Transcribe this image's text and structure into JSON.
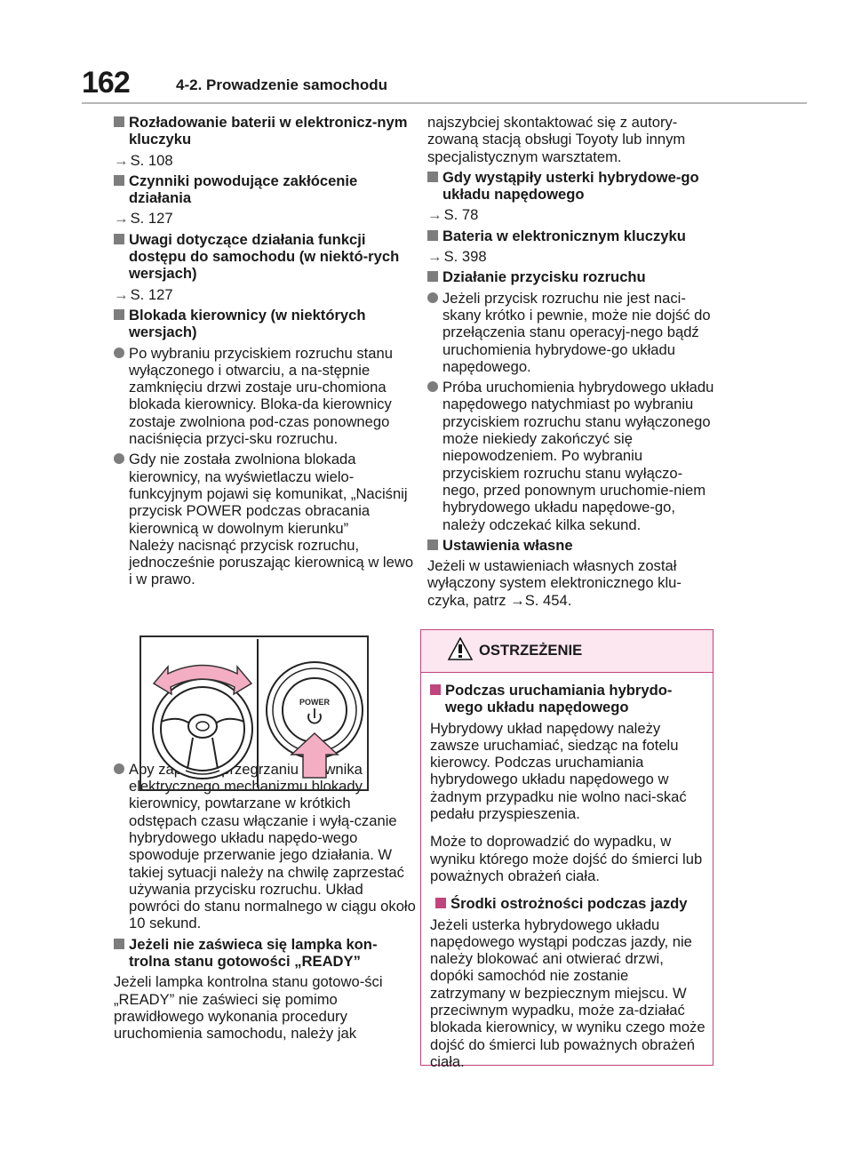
{
  "header": {
    "page_number": "162",
    "chapter": "4-2. Prowadzenie samochodu"
  },
  "left": {
    "h1": "Rozładowanie baterii w elektronicz-nym kluczyku",
    "ref1": "S. 108",
    "h2": "Czynniki powodujące zakłócenie działania",
    "ref2": "S. 127",
    "h3": "Uwagi dotyczące działania funkcji dostępu do samochodu (w niektó-rych wersjach)",
    "ref3": "S. 127",
    "h4": "Blokada kierownicy (w niektórych wersjach)",
    "b1": "Po wybraniu przyciskiem rozruchu stanu wyłączonego i otwarciu, a na-stępnie zamknięciu drzwi zostaje uru-chomiona blokada kierownicy. Bloka-da kierownicy zostaje zwolniona pod-czas ponownego naciśnięcia przyci-sku rozruchu.",
    "b2": "Gdy nie została zwolniona blokada kierownicy, na wyświetlaczu wielo-funkcyjnym pojawi się komunikat, „Naciśnij przycisk POWER podczas obracania kierownicą w dowolnym kierunku”\nNależy nacisnąć przycisk rozruchu, jednocześnie poruszając kierownicą w lewo i w prawo.",
    "figure_power_label": "POWER",
    "b3": "Aby zapobiec przegrzaniu siłownika elektrycznego mechanizmu blokady kierownicy, powtarzane w krótkich odstępach czasu włączanie i wyłą-czanie hybrydowego układu napędo-wego spowoduje przerwanie jego działania. W takiej sytuacji należy na chwilę zaprzestać używania przycisku rozruchu. Układ powróci do stanu normalnego w ciągu około 10 sekund.",
    "h5": "Jeżeli nie zaświeca się lampka kon-trolna stanu gotowości „READY”",
    "p1": "Jeżeli lampka kontrolna stanu gotowo-ści „READY” nie zaświeci się pomimo prawidłowego wykonania procedury uruchomienia samochodu, należy jak"
  },
  "right": {
    "p1": "najszybciej skontaktować się z autory-zowaną stacją obsługi Toyoty lub innym specjalistycznym warsztatem.",
    "h1": "Gdy wystąpiły usterki hybrydowe-go układu napędowego",
    "ref1": "S. 78",
    "h2": "Bateria w elektronicznym kluczyku",
    "ref2": "S. 398",
    "h3": "Działanie przycisku rozruchu",
    "b1": "Jeżeli przycisk rozruchu nie jest naci-skany krótko i pewnie, może nie dojść do przełączenia stanu operacyj-nego bądź uruchomienia hybrydowe-go układu napędowego.",
    "b2": "Próba uruchomienia hybrydowego układu napędowego natychmiast po wybraniu przyciskiem rozruchu stanu wyłączonego może niekiedy zakończyć się niepowodzeniem. Po wybraniu przyciskiem rozruchu stanu wyłączo-nego, przed ponownym uruchomie-niem hybrydowego układu napędowe-go, należy odczekać kilka sekund.",
    "h4": "Ustawienia własne",
    "p2_pre": "Jeżeli w ustawieniach własnych został wyłączony system elektronicznego klu-czyka, patrz ",
    "p2_ref": "S. 454."
  },
  "warning": {
    "title": "OSTRZEŻENIE",
    "h1": "Podczas uruchamiania hybrydo-wego układu napędowego",
    "p1": "Hybrydowy układ napędowy należy zawsze uruchamiać, siedząc na fotelu kierowcy. Podczas uruchamiania hybrydowego układu napędowego w żadnym przypadku nie wolno naci-skać pedału przyspieszenia.",
    "p2": "Może to doprowadzić do wypadku, w wyniku którego może dojść do śmierci lub poważnych obrażeń ciała.",
    "h2": "Środki ostrożności podczas jazdy",
    "p3": "Jeżeli usterka hybrydowego układu napędowego wystąpi podczas jazdy, nie należy blokować ani otwierać drzwi, dopóki samochód nie zostanie zatrzymany w bezpiecznym miejscu. W przeciwnym wypadku, może za-działać blokada kierownicy, w wyniku czego może dojść do śmierci lub poważnych obrażeń ciała."
  },
  "icons": {
    "ref_arrow": "→",
    "heading_marker": "square-bullet-icon",
    "bullet_marker": "round-bullet-icon",
    "warning_icon": "warning-triangle-icon"
  },
  "colors": {
    "warning_border": "#c0457c",
    "warning_bg": "#fce6ef",
    "arrow_fill": "#f4aec4",
    "marker_gray": "#7d7d7d"
  }
}
